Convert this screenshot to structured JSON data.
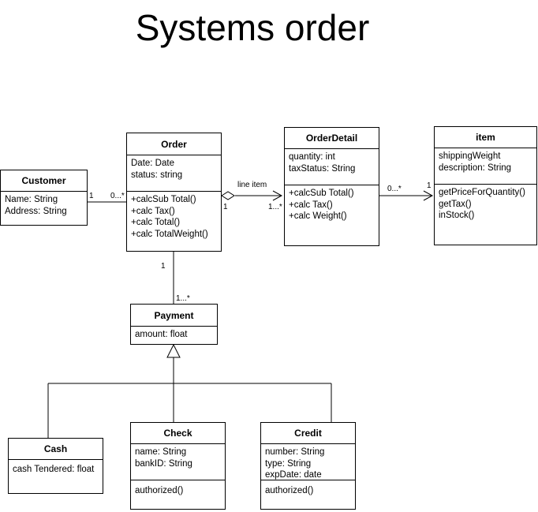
{
  "title": "Systems order",
  "classes": {
    "customer": {
      "name": "Customer",
      "attributes": [
        "Name: String",
        "Address: String"
      ],
      "methods": []
    },
    "order": {
      "name": "Order",
      "attributes": [
        "Date: Date",
        "status: string"
      ],
      "methods": [
        "+calcSub Total()",
        "+calc Tax()",
        "+calc Total()",
        "+calc TotalWeight()"
      ]
    },
    "orderdetail": {
      "name": "OrderDetail",
      "attributes": [
        "quantity: int",
        "taxStatus: String"
      ],
      "methods": [
        "+calcSub Total()",
        "+calc Tax()",
        "+calc Weight()"
      ]
    },
    "item": {
      "name": "item",
      "attributes": [
        "shippingWeight",
        "description: String"
      ],
      "methods": [
        "getPriceForQuantity()",
        "getTax()",
        "inStock()"
      ]
    },
    "payment": {
      "name": "Payment",
      "attributes": [
        "amount: float"
      ],
      "methods": []
    },
    "cash": {
      "name": "Cash",
      "attributes": [
        "cash Tendered: float"
      ],
      "methods": []
    },
    "check": {
      "name": "Check",
      "attributes": [
        "name: String",
        "bankID: String"
      ],
      "methods": [
        "authorized()"
      ]
    },
    "credit": {
      "name": "Credit",
      "attributes": [
        "number: String",
        "type: String",
        "expDate: date"
      ],
      "methods": [
        "authorized()"
      ]
    }
  },
  "associations": {
    "customer_order": {
      "from_mult": "1",
      "to_mult": "0...*"
    },
    "order_orderdetail": {
      "label": "line item",
      "from_mult": "1",
      "to_mult": "1...*"
    },
    "orderdetail_item": {
      "from_mult": "0...*",
      "to_mult": "1"
    },
    "order_payment": {
      "from_mult": "1",
      "to_mult": "1...*"
    }
  }
}
